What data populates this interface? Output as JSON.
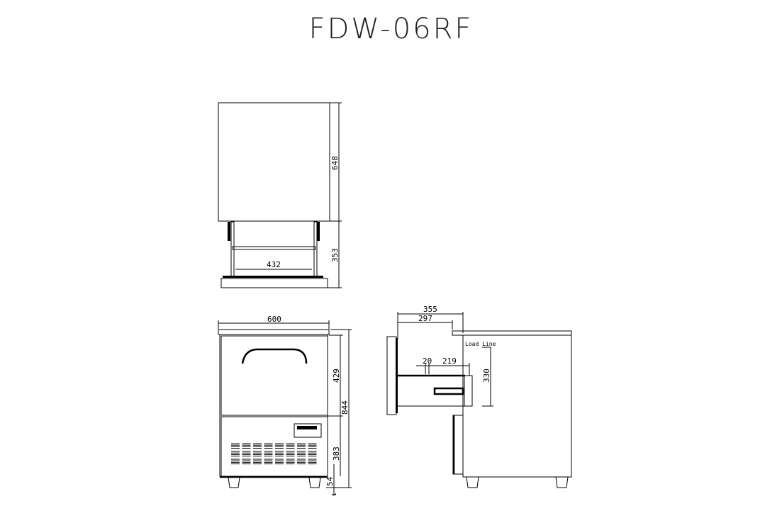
{
  "title": "FDW-06RF",
  "top_view": {
    "dims": {
      "depth": "648",
      "drawer_extension": "353",
      "drawer_width": "432"
    }
  },
  "front_view": {
    "dims": {
      "width": "600",
      "drawer_height": "429",
      "lower_height": "383",
      "total_height": "844",
      "foot_height": "54",
      "foot_offset": "1"
    }
  },
  "side_view": {
    "dims": {
      "extension_total": "355",
      "extension_inner": "297",
      "gap": "20",
      "inner_depth": "219",
      "load_height": "330"
    },
    "load_line_label": "Load Line"
  }
}
